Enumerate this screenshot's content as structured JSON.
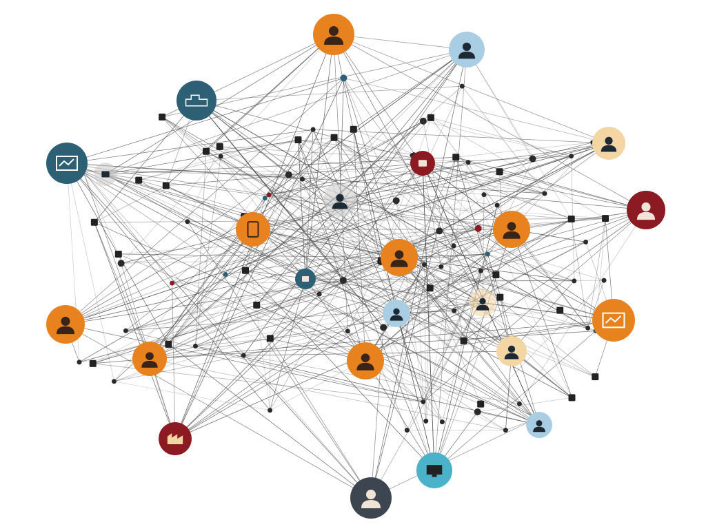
{
  "diagram": {
    "type": "network",
    "colors": {
      "orange": "#e8821e",
      "teal": "#2d5f75",
      "light_blue": "#a9cde3",
      "beige": "#f4d6a4",
      "dark_red": "#8b1a22",
      "cyan": "#4bb3c9",
      "slate": "#3d4650",
      "gray": "#c8c8c8",
      "edge": "#555555",
      "icon_dark": "#3a2418"
    },
    "hub_nodes": [
      {
        "color": "orange",
        "icon": "person-icon"
      },
      {
        "color": "light_blue",
        "icon": "person-icon"
      },
      {
        "color": "teal",
        "icon": "sofa-icon"
      },
      {
        "color": "teal",
        "icon": "chart-icon"
      },
      {
        "color": "beige",
        "icon": "person-icon"
      },
      {
        "color": "dark_red",
        "icon": "handshake-icon"
      },
      {
        "color": "dark_red",
        "icon": "person-icon"
      },
      {
        "color": "orange",
        "icon": "tablet-icon"
      },
      {
        "color": "orange",
        "icon": "person-icon"
      },
      {
        "color": "orange",
        "icon": "person-icon"
      },
      {
        "color": "teal",
        "icon": "hand-icon"
      },
      {
        "color": "light_blue",
        "icon": "person-icon"
      },
      {
        "color": "orange",
        "icon": "person-icon"
      },
      {
        "color": "orange",
        "icon": "chart-icon"
      },
      {
        "color": "orange",
        "icon": "person-icon"
      },
      {
        "color": "orange",
        "icon": "person-icon"
      },
      {
        "color": "beige",
        "icon": "person-icon"
      },
      {
        "color": "dark_red",
        "icon": "factory-icon"
      },
      {
        "color": "light_blue",
        "icon": "person-icon"
      },
      {
        "color": "cyan",
        "icon": "monitor-icon"
      },
      {
        "color": "slate",
        "icon": "person-icon"
      },
      {
        "color": "gray",
        "icon": "person-icon"
      },
      {
        "color": "gray",
        "icon": "folder-icon"
      },
      {
        "color": "beige",
        "icon": "person-icon"
      }
    ]
  }
}
